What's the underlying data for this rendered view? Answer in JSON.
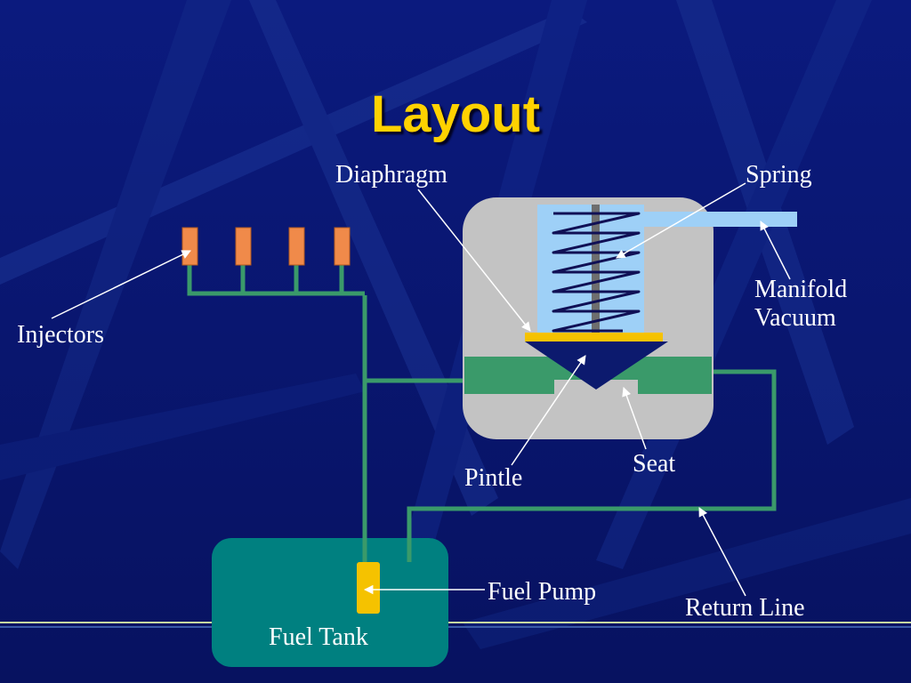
{
  "slide": {
    "title": "Layout"
  },
  "labels": {
    "diaphragm": "Diaphragm",
    "spring": "Spring",
    "manifold_vacuum_line1": "Manifold",
    "manifold_vacuum_line2": "Vacuum",
    "injectors": "Injectors",
    "pintle": "Pintle",
    "seat": "Seat",
    "fuel_pump": "Fuel Pump",
    "return_line": "Return Line",
    "fuel_tank": "Fuel Tank"
  },
  "colors": {
    "background": "#0a1a78",
    "title": "#ffd200",
    "fuel_line": "#3a9a6a",
    "injector": "#f08a4a",
    "regulator_body": "#c3c3c3",
    "spring_chamber": "#9ed0f7",
    "diaphragm": "#f5c200",
    "fuel_tank": "#008080",
    "fuel_pump": "#f5c200"
  }
}
